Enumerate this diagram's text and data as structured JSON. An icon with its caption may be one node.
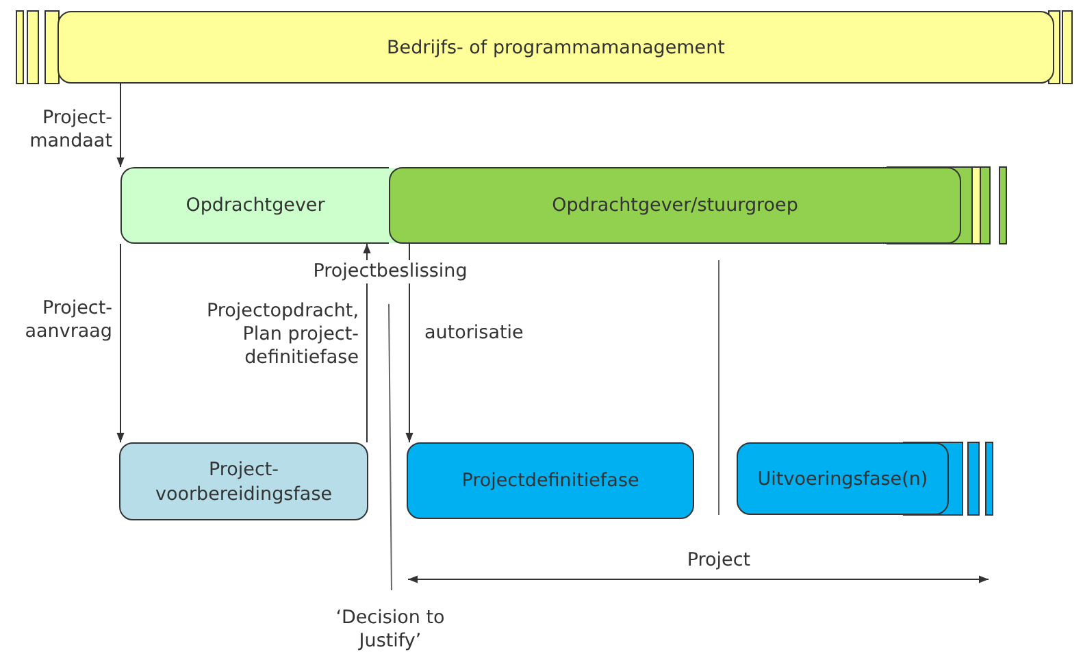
{
  "diagram": {
    "nodes": [
      {
        "text": [
          "Bedrijfs- of programmamanagement"
        ]
      },
      {
        "text": [
          "Opdrachtgever"
        ]
      },
      {
        "text": [
          "Opdrachtgever/stuurgroep"
        ]
      },
      {
        "text": [
          "Project- voorbereidingsfase"
        ]
      },
      {
        "text": [
          "Projectdefinitiefase"
        ]
      },
      {
        "text": [
          "Uitvoeringsfase(n)"
        ]
      }
    ],
    "edges": [
      {
        "from": 0,
        "to": 1,
        "arrow": "to",
        "label": "Project- mandaat"
      },
      {
        "from": 1,
        "to": 3,
        "arrow": "to",
        "label": "Project- aanvraag"
      },
      {
        "from": 3,
        "to": 1,
        "arrow": "to",
        "label": "Projectopdracht, Plan project- definitiefase"
      },
      {
        "from": 2,
        "to": 4,
        "arrow": "to",
        "label": "autorisatie"
      }
    ],
    "labels": [
      "Projectbeslissing",
      "Project",
      "‘Decision to Justify’"
    ]
  }
}
